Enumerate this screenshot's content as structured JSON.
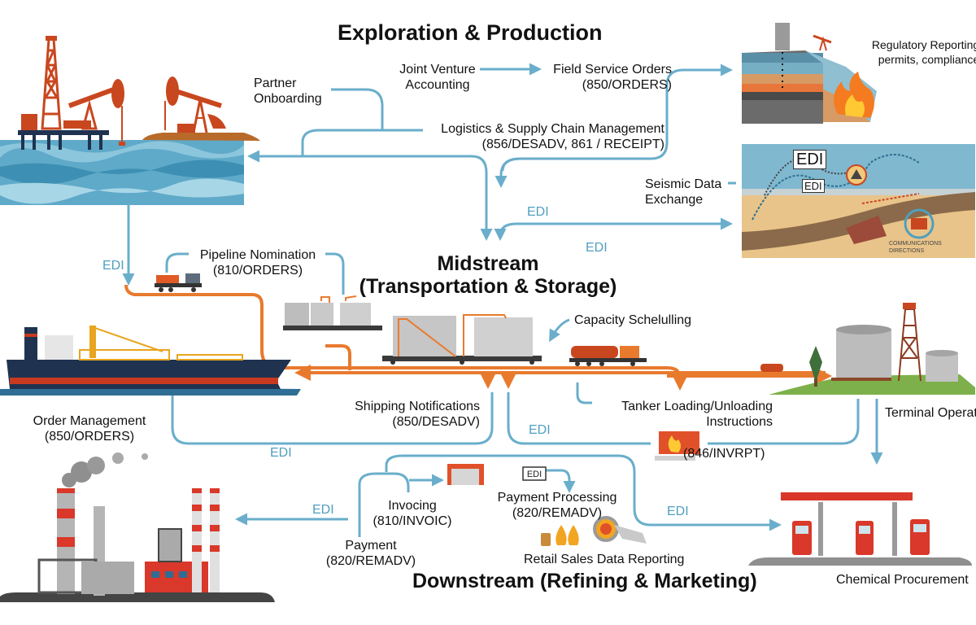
{
  "title": "Oil & Gas EDI Value Chain",
  "colors": {
    "edi_flow": "#6aaecb",
    "pipeline_flow": "#e87a2e",
    "sea": "#5fa9c9",
    "rig": "#c9471f",
    "ship_hull": "#1f3350",
    "station": "#d9382a"
  },
  "sections": {
    "upstream": "Exploration & Production",
    "midstream_line1": "Midstream",
    "midstream_line2": "(Transportation & Storage)",
    "downstream": "Downstream (Refining & Marketing)"
  },
  "labels": {
    "partner_onboarding": [
      "Partner",
      "Onboarding"
    ],
    "joint_venture": [
      "Joint Venture",
      "Accounting"
    ],
    "field_service": [
      "Field Service Orders",
      "(850/ORDERS)"
    ],
    "regulatory": [
      "Regulatory Reporting (e.g.,",
      "permits, compliance data)"
    ],
    "logistics": [
      "Logistics & Supply Chain Management",
      "(856/DESADV, 861 / RECEIPT)"
    ],
    "seismic": [
      "Seismic Data",
      "Exchange"
    ],
    "pipeline_nomination": [
      "Pipeline Nomination",
      "(810/ORDERS)"
    ],
    "capacity": "Capacity Schelulling",
    "order_management": [
      "Order Management",
      "(850/ORDERS)"
    ],
    "shipping": [
      "Shipping Notifications",
      "(850/DESADV)"
    ],
    "tanker": [
      "Tanker Loading/Unloading",
      "Instructions"
    ],
    "inventory": "(846/INVRPT)",
    "terminal": "Terminal Operations",
    "invoicing": [
      "Invocing",
      "(810/INVOIC)"
    ],
    "payment": [
      "Payment",
      "(820/REMADV)"
    ],
    "payment_processing": [
      "Payment Processing",
      "(820/REMADV)"
    ],
    "retail_sales": "Retail Sales Data Reporting",
    "chemical": "Chemical Procurement"
  },
  "edi_tags": {
    "tag": "EDI",
    "seismic_badge_1": "EDI",
    "seismic_badge_2": "EDI",
    "payment_badge": "EDI",
    "seismic_caption": [
      "COMMUNICATIONS",
      "DIRECTIONS"
    ]
  },
  "icons": [
    "offshore-rig-icon",
    "pumpjack-icon",
    "geology-layers-icon",
    "seismic-map-icon",
    "truck-icon",
    "storage-tanks-icon",
    "tanker-ship-icon",
    "rail-tanker-icon",
    "terminal-icon",
    "refinery-icon",
    "gas-station-icon",
    "invoice-printer-icon",
    "monitor-flame-icon",
    "fuel-drops-icon"
  ]
}
